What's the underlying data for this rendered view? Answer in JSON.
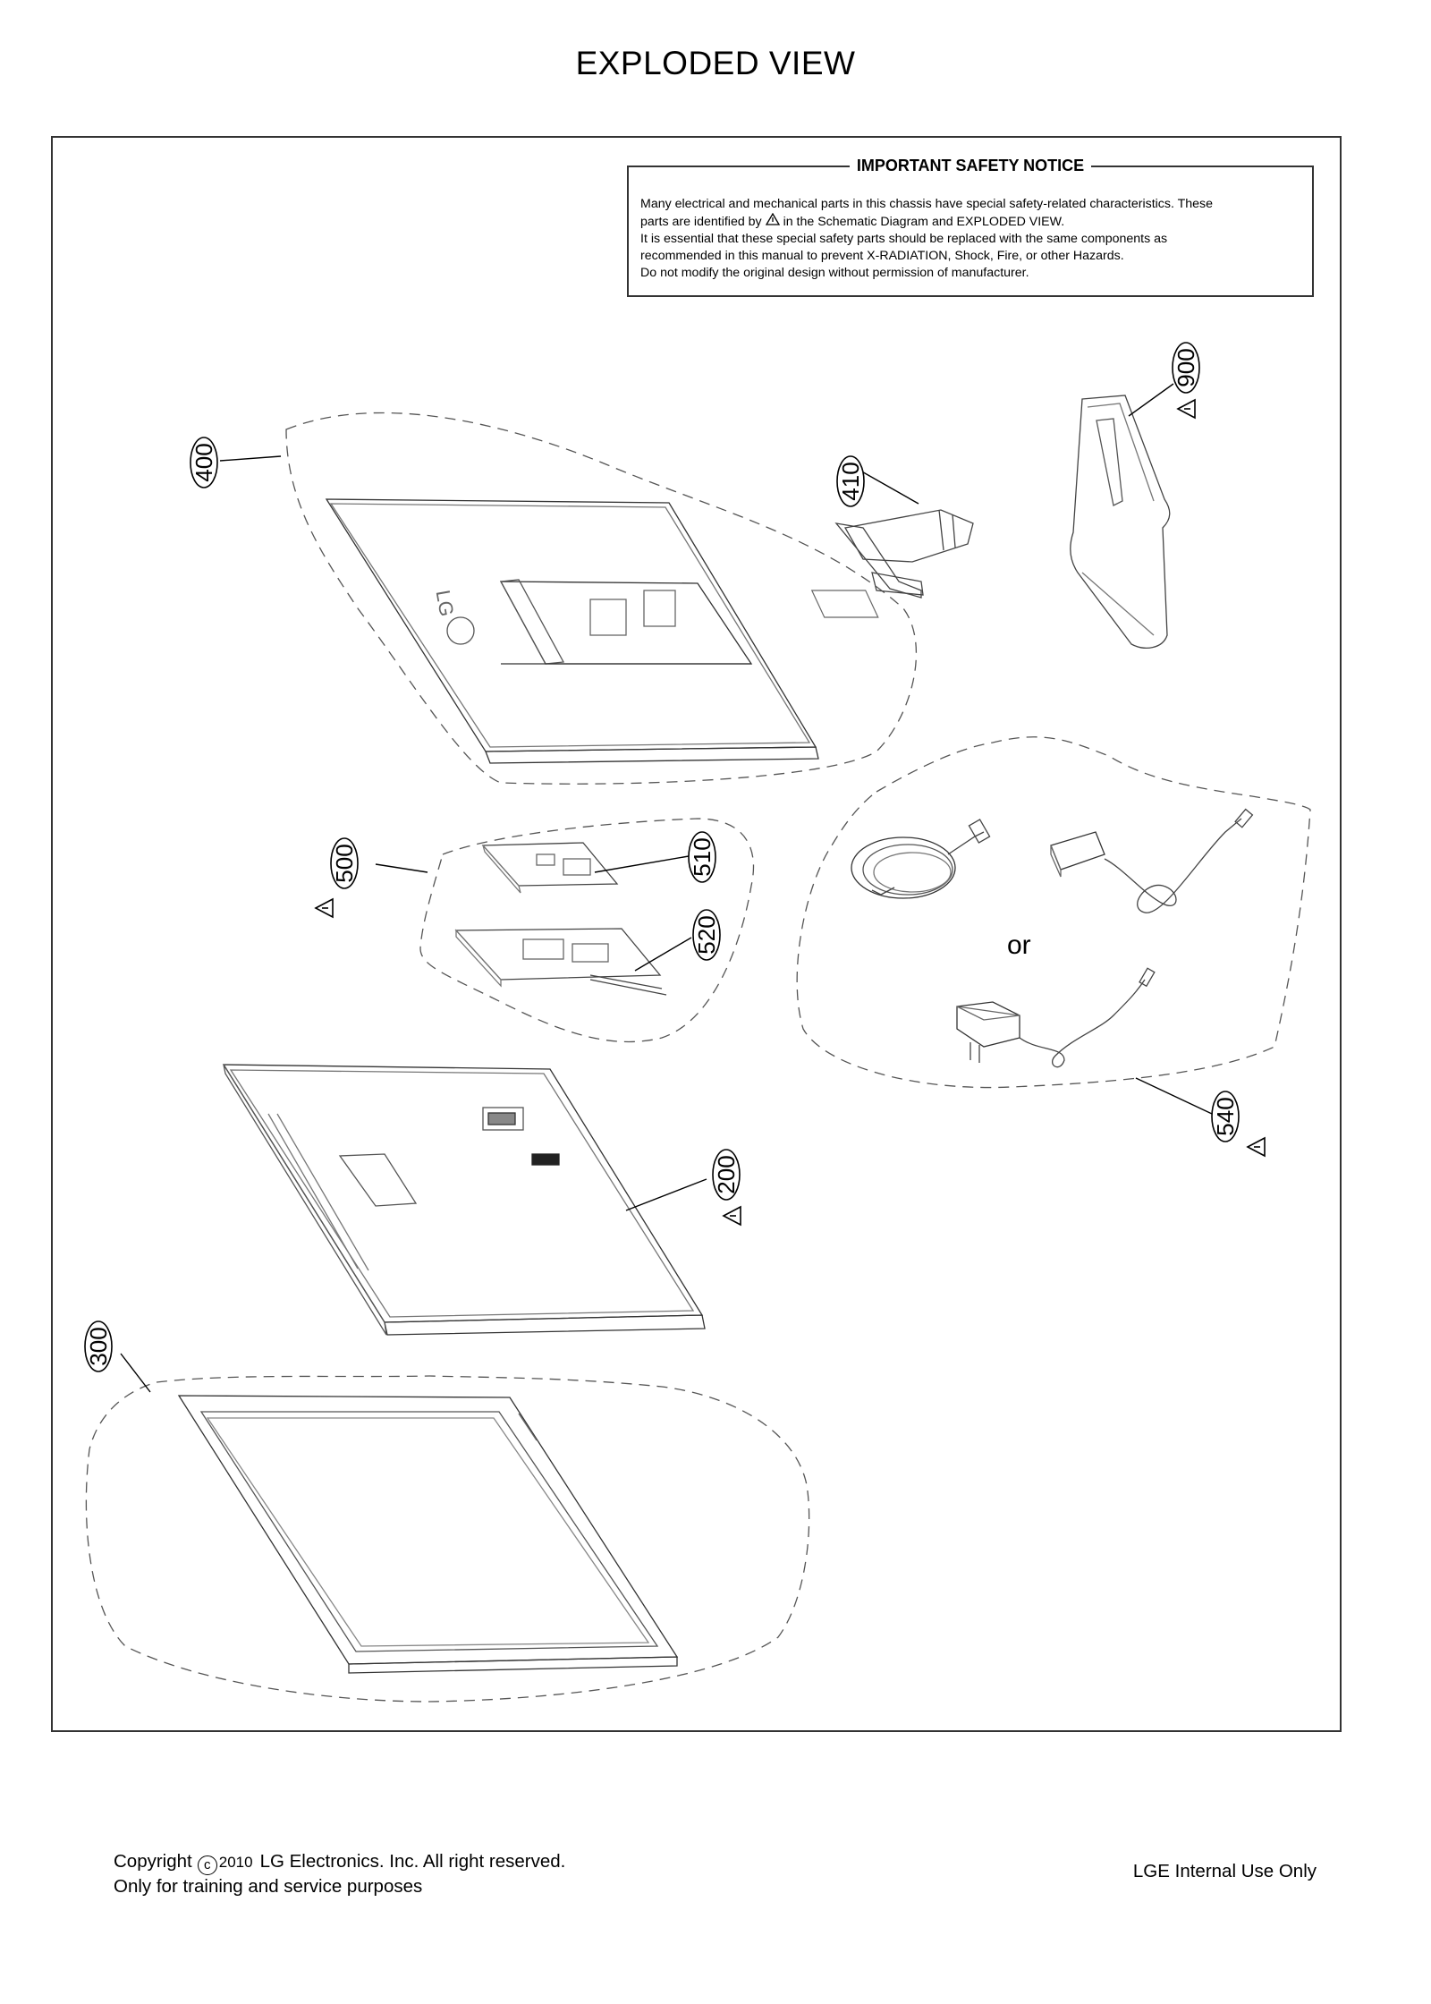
{
  "page_title": "EXPLODED VIEW",
  "safety_notice": {
    "heading": "IMPORTANT SAFETY NOTICE",
    "line1": "Many electrical and mechanical parts in this chassis have special safety-related characteristics. These",
    "line2_before": "parts are identified by",
    "line2_after": "in the Schematic Diagram and EXPLODED VIEW.",
    "line3": "It is essential that these special safety parts should be replaced with the same components as",
    "line4": "recommended in this manual to prevent X-RADIATION, Shock, Fire, or other Hazards.",
    "line5": "Do not modify the original design without permission of manufacturer."
  },
  "callouts": {
    "p400": "400",
    "p410": "410",
    "p900": "900",
    "p500": "500",
    "p510": "510",
    "p520": "520",
    "p540": "540",
    "p200": "200",
    "p300": "300"
  },
  "or_label": "or",
  "footer": {
    "copyright_prefix": "Copyright",
    "copyright_symbol": "c",
    "copyright_year": "2010",
    "copyright_suffix": "LG Electronics. Inc. All right reserved.",
    "line2": "Only for training and service purposes",
    "right": "LGE Internal Use Only"
  }
}
